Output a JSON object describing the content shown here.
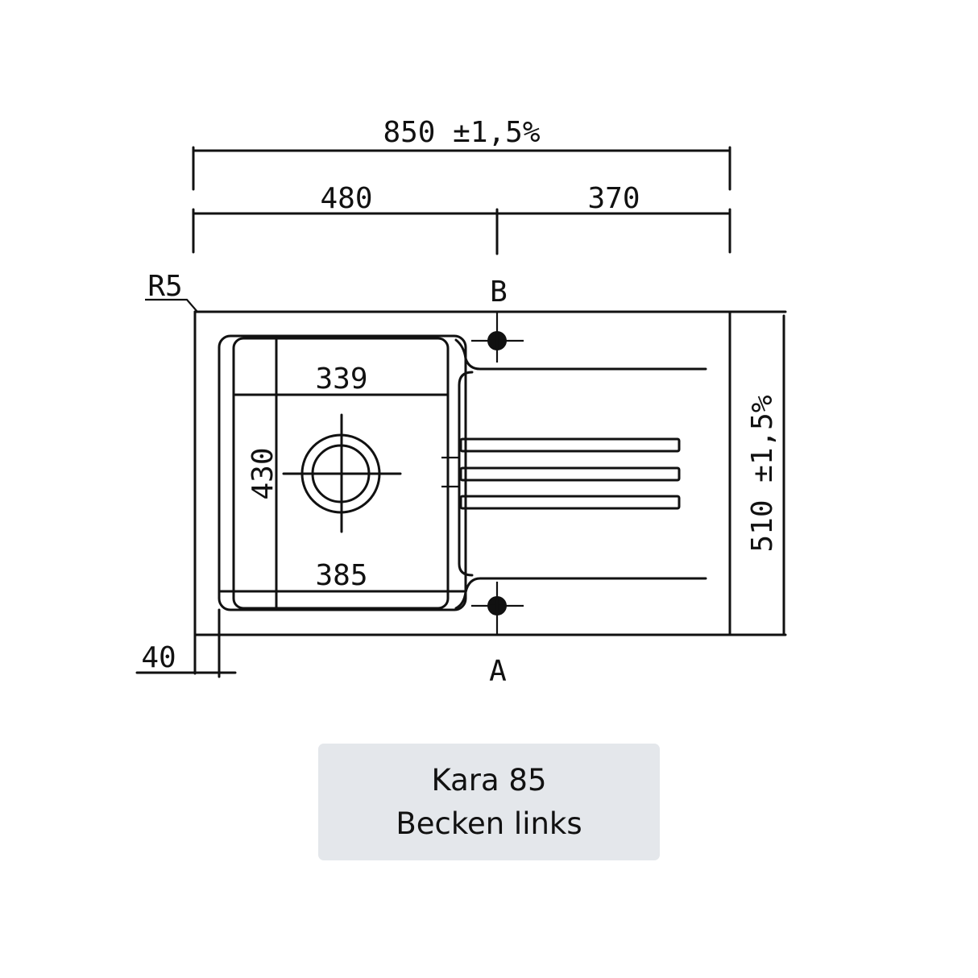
{
  "drawing": {
    "overall_width": "850 ±1,5%",
    "bowl_section": "480",
    "drainer_section": "370",
    "corner_radius": "R5",
    "tap_hole_top": "B",
    "tap_hole_bottom": "A",
    "inner_width_top": "339",
    "inner_width_bottom": "385",
    "bowl_depth": "430",
    "overall_depth": "510 ±1,5%",
    "edge_offset": "40"
  },
  "caption": {
    "line1": "Kara 85",
    "line2": "Becken links"
  }
}
